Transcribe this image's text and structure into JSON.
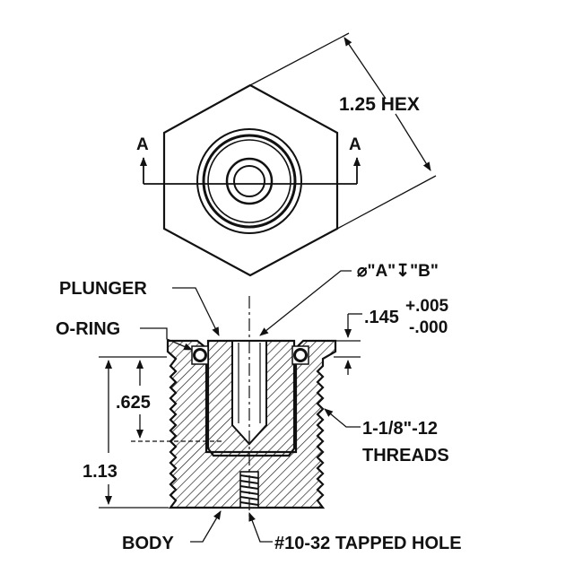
{
  "labels": {
    "hex": "1.25 HEX",
    "section_a_left": "A",
    "section_a_right": "A",
    "plunger": "PLUNGER",
    "oring": "O-RING",
    "bore_callout": "⌀\"A\"↧\"B\"",
    "flange_dim": ".145",
    "tol_plus": "+.005",
    "tol_minus": "-.000",
    "dim_625": ".625",
    "dim_113": "1.13",
    "threads_line1": "1-1/8\"-12",
    "threads_line2": "THREADS",
    "body": "BODY",
    "tapped_hole": "#10-32 TAPPED HOLE"
  },
  "colors": {
    "ink": "#111111",
    "background": "#ffffff"
  }
}
